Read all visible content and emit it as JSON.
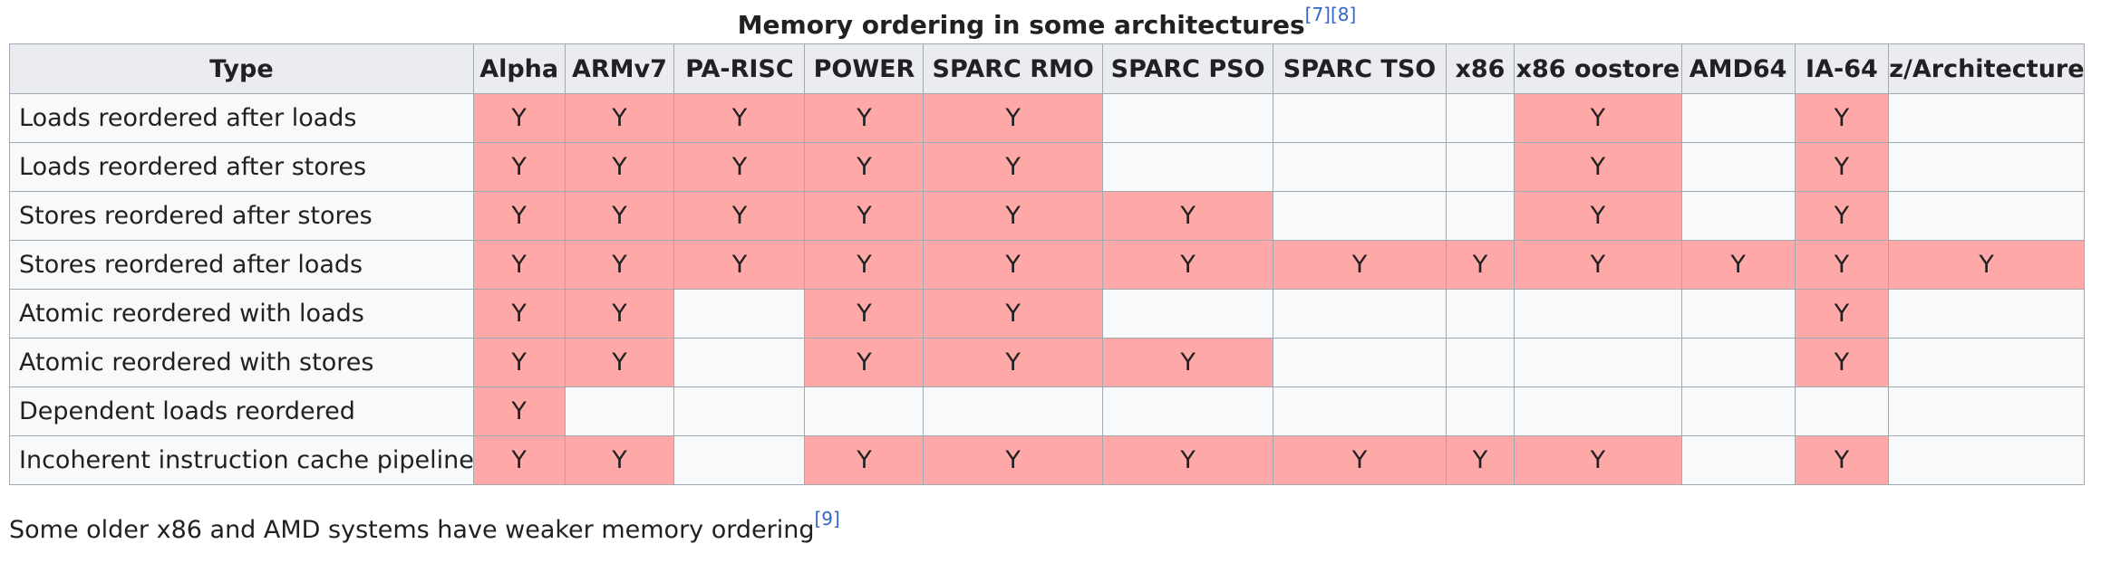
{
  "caption": {
    "text": "Memory ordering in some architectures",
    "refs": [
      "[7]",
      "[8]"
    ]
  },
  "columns": [
    "Type",
    "Alpha",
    "ARMv7",
    "PA-RISC",
    "POWER",
    "SPARC RMO",
    "SPARC PSO",
    "SPARC TSO",
    "x86",
    "x86 oostore",
    "AMD64",
    "IA-64",
    "z/Architecture"
  ],
  "rows": [
    {
      "label": "Loads reordered after loads",
      "cells": [
        "Y",
        "Y",
        "Y",
        "Y",
        "Y",
        "",
        "",
        "",
        "Y",
        "",
        "Y",
        ""
      ]
    },
    {
      "label": "Loads reordered after stores",
      "cells": [
        "Y",
        "Y",
        "Y",
        "Y",
        "Y",
        "",
        "",
        "",
        "Y",
        "",
        "Y",
        ""
      ]
    },
    {
      "label": "Stores reordered after stores",
      "cells": [
        "Y",
        "Y",
        "Y",
        "Y",
        "Y",
        "Y",
        "",
        "",
        "Y",
        "",
        "Y",
        ""
      ]
    },
    {
      "label": "Stores reordered after loads",
      "cells": [
        "Y",
        "Y",
        "Y",
        "Y",
        "Y",
        "Y",
        "Y",
        "Y",
        "Y",
        "Y",
        "Y",
        "Y"
      ]
    },
    {
      "label": "Atomic reordered with loads",
      "cells": [
        "Y",
        "Y",
        "",
        "Y",
        "Y",
        "",
        "",
        "",
        "",
        "",
        "Y",
        ""
      ]
    },
    {
      "label": "Atomic reordered with stores",
      "cells": [
        "Y",
        "Y",
        "",
        "Y",
        "Y",
        "Y",
        "",
        "",
        "",
        "",
        "Y",
        ""
      ]
    },
    {
      "label": "Dependent loads reordered",
      "cells": [
        "Y",
        "",
        "",
        "",
        "",
        "",
        "",
        "",
        "",
        "",
        "",
        ""
      ]
    },
    {
      "label": "Incoherent instruction cache pipeline",
      "cells": [
        "Y",
        "Y",
        "",
        "Y",
        "Y",
        "Y",
        "Y",
        "Y",
        "Y",
        "",
        "Y",
        ""
      ]
    }
  ],
  "footnote": {
    "text": "Some older x86 and AMD systems have weaker memory ordering",
    "ref": "[9]"
  },
  "colors": {
    "yes": "#ffa8a8",
    "header": "#eaecf0",
    "border": "#a2a9b1",
    "link": "#3366cc"
  }
}
